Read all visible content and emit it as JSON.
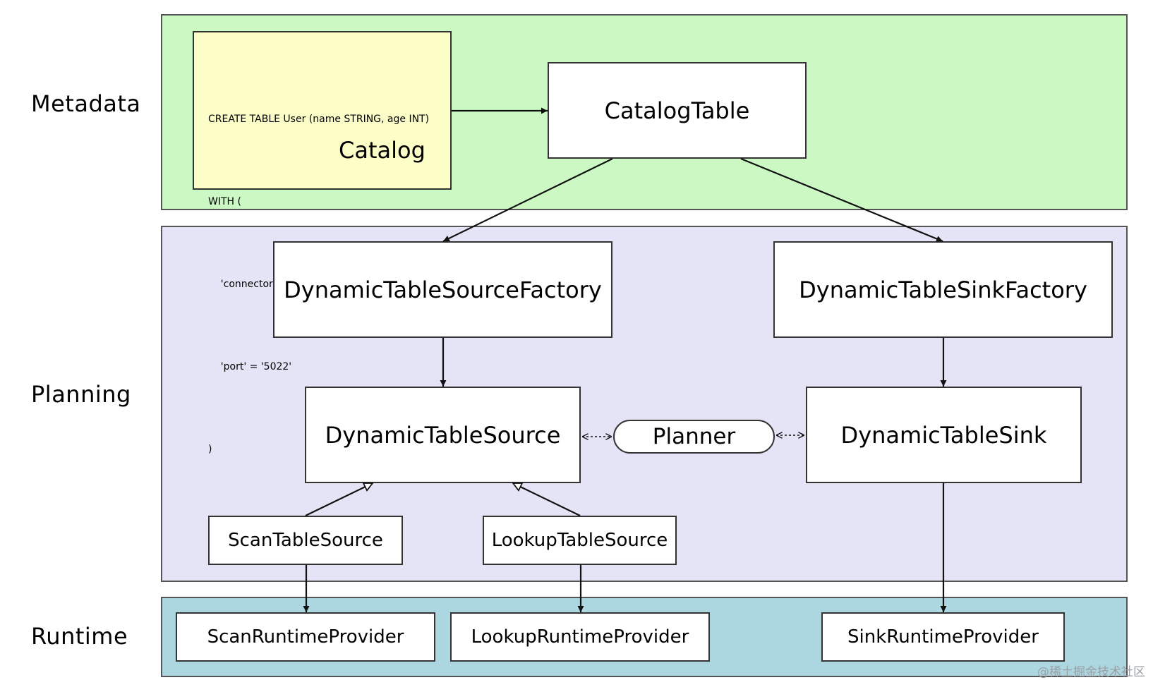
{
  "layers": {
    "metadata": "Metadata",
    "planning": "Planning",
    "runtime": "Runtime"
  },
  "catalog": {
    "sql": [
      "CREATE TABLE User (name STRING, age INT)",
      "WITH (",
      "    'connector' = 'custom',",
      "    'port' = '5022'",
      ")"
    ],
    "label": "Catalog"
  },
  "nodes": {
    "catalog_table": "CatalogTable",
    "source_factory": "DynamicTableSourceFactory",
    "sink_factory": "DynamicTableSinkFactory",
    "table_source": "DynamicTableSource",
    "planner": "Planner",
    "table_sink": "DynamicTableSink",
    "scan_source": "ScanTableSource",
    "lookup_source": "LookupTableSource",
    "scan_provider": "ScanRuntimeProvider",
    "lookup_provider": "LookupRuntimeProvider",
    "sink_provider": "SinkRuntimeProvider"
  },
  "watermark": "@稀土掘金技术社区",
  "colors": {
    "metadata_bg": "#ccf8c4",
    "planning_bg": "#e4e4f6",
    "runtime_bg": "#acd6e0",
    "catalog_bg": "#fdfdc8"
  }
}
